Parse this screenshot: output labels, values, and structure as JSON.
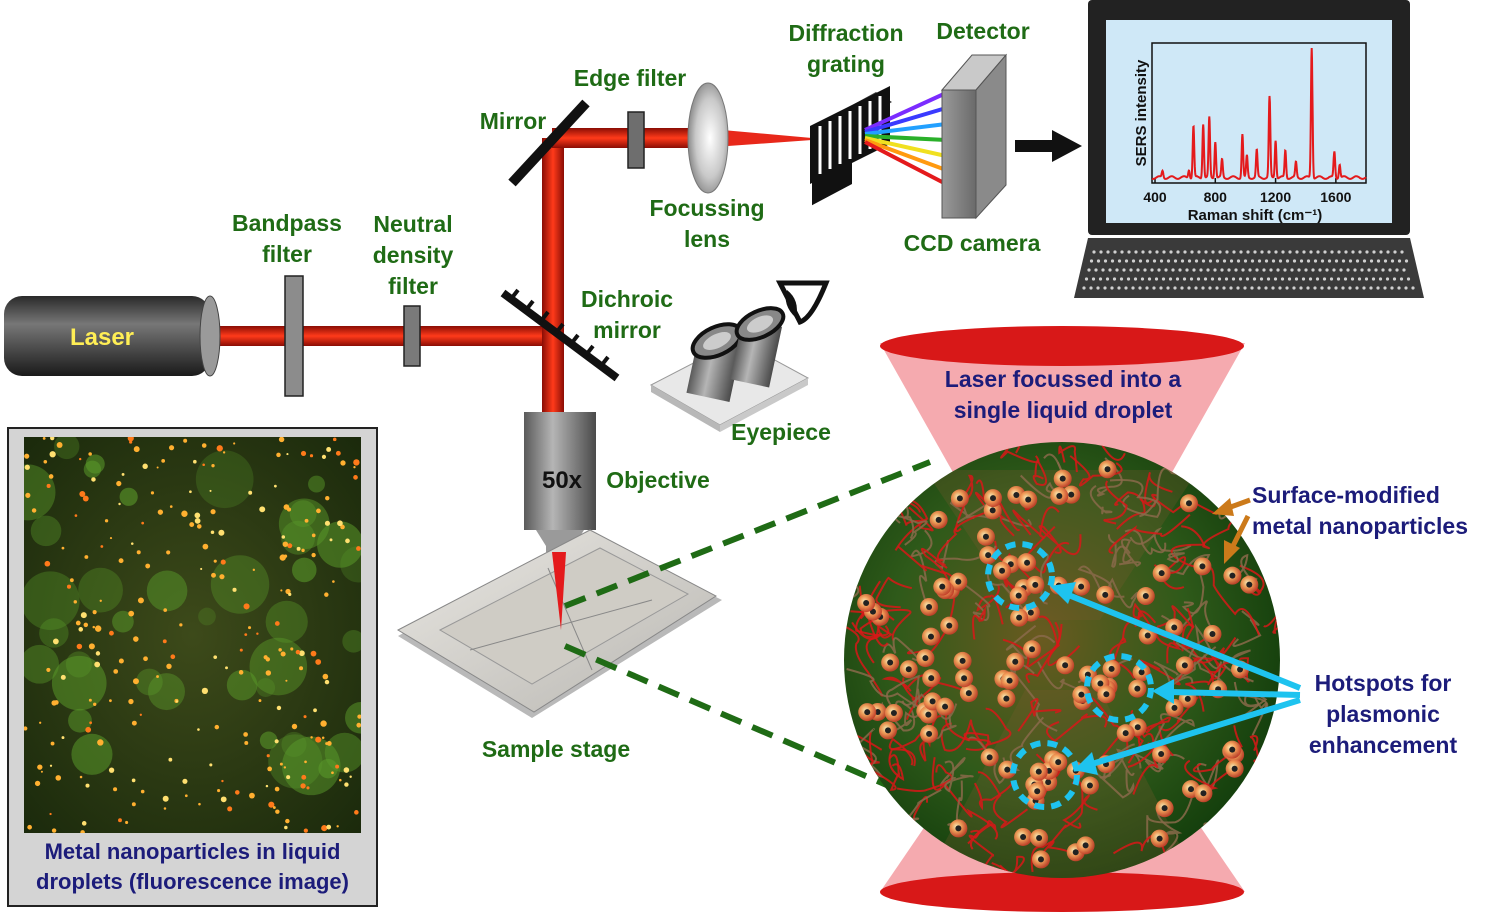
{
  "labels": {
    "laser": "Laser",
    "bandpass_filter": [
      "Bandpass",
      "filter"
    ],
    "nd_filter": [
      "Neutral",
      "density",
      "filter"
    ],
    "mirror": "Mirror",
    "edge_filter": "Edge filter",
    "focussing_lens": [
      "Focussing",
      "lens"
    ],
    "diffraction_grating": [
      "Diffraction",
      "grating"
    ],
    "detector": "Detector",
    "ccd_camera": "CCD camera",
    "dichroic_mirror": [
      "Dichroic",
      "mirror"
    ],
    "eyepiece": "Eyepiece",
    "objective_mag": "50x",
    "objective": "Objective",
    "sample_stage": "Sample stage",
    "droplet_title": [
      "Laser focussed into a",
      "single liquid droplet"
    ],
    "surface_np": [
      "Surface-modified",
      "metal nanoparticles"
    ],
    "hotspots": [
      "Hotspots for",
      "plasmonic",
      "enhancement"
    ],
    "fluor_caption": [
      "Metal nanoparticles in liquid",
      "droplets (fluorescence image)"
    ]
  },
  "chart_data": {
    "type": "line",
    "xlabel": "Raman shift (cm⁻¹)",
    "ylabel": "SERS intensity",
    "xlim": [
      380,
      1800
    ],
    "x_ticks": [
      400,
      800,
      1200,
      1600
    ],
    "series": [
      {
        "color": "#e41a1c",
        "peaks": [
          {
            "x": 450,
            "y": 0.05
          },
          {
            "x": 625,
            "y": 0.06
          },
          {
            "x": 655,
            "y": 0.38
          },
          {
            "x": 720,
            "y": 0.4
          },
          {
            "x": 760,
            "y": 0.44
          },
          {
            "x": 800,
            "y": 0.27
          },
          {
            "x": 845,
            "y": 0.13
          },
          {
            "x": 980,
            "y": 0.32
          },
          {
            "x": 1010,
            "y": 0.16
          },
          {
            "x": 1075,
            "y": 0.2
          },
          {
            "x": 1160,
            "y": 0.59
          },
          {
            "x": 1200,
            "y": 0.28
          },
          {
            "x": 1265,
            "y": 0.2
          },
          {
            "x": 1335,
            "y": 0.11
          },
          {
            "x": 1440,
            "y": 0.96
          },
          {
            "x": 1590,
            "y": 0.19
          },
          {
            "x": 1625,
            "y": 0.1
          }
        ]
      }
    ]
  },
  "colors": {
    "beam": "#cc1b12",
    "label_green": "#1f6b15",
    "label_navy": "#1c1c7a",
    "hotspot_arrow": "#1ec3ef",
    "np_arrow": "#cc7a1a",
    "screen": "#cfe8f7"
  }
}
